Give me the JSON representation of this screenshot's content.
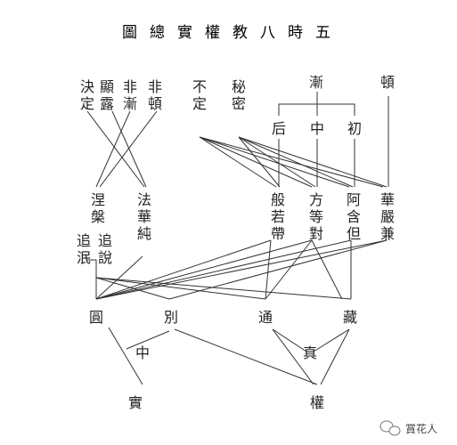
{
  "title": "圖總實權教八時五",
  "top_groups": {
    "jueding": [
      "決",
      "定"
    ],
    "xianlu": [
      "顯",
      "露"
    ],
    "feijian": [
      "非",
      "漸"
    ],
    "feidun": [
      "非",
      "頓"
    ],
    "buding": [
      "不",
      "定"
    ],
    "mimi": [
      "秘",
      "密"
    ],
    "jian": "漸",
    "dun": "頓",
    "hou": "后",
    "zhong": "中",
    "chu": "初"
  },
  "middle_groups": {
    "niepan": [
      "涅",
      "槃"
    ],
    "fahua": [
      "法",
      "華",
      "純"
    ],
    "zhuimin": [
      "追",
      "泯"
    ],
    "zhuishuo": [
      "追",
      "說"
    ],
    "bore": [
      "般",
      "若",
      "帶"
    ],
    "fangdeng": [
      "方",
      "等",
      "對"
    ],
    "ahan": [
      "阿",
      "含",
      "但"
    ],
    "huayan": [
      "華",
      "嚴",
      "兼"
    ]
  },
  "four_teachings": {
    "yuan": "圓",
    "bie": "別",
    "tong": "通",
    "zang": "藏"
  },
  "bottom": {
    "zhong": "中",
    "zhen": "真",
    "shi": "實",
    "quan": "權"
  },
  "watermark": "賞花人"
}
